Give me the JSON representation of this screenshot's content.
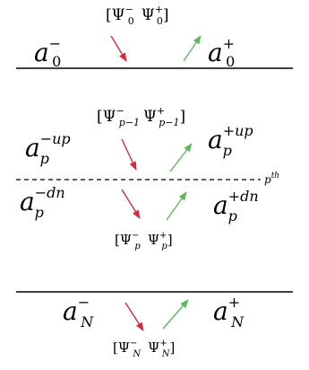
{
  "colors": {
    "down_arrow": "#d42a3a",
    "up_arrow": "#5cb85c",
    "line": "#000000"
  },
  "top_interface": {
    "psi_pair_open": "[",
    "psi_minus_base": "Ψ",
    "psi_minus_sup": "−",
    "psi_minus_sub": "0",
    "psi_plus_base": "Ψ",
    "psi_plus_sup": "+",
    "psi_plus_sub": "0",
    "psi_pair_close": "]",
    "a_minus_base": "a",
    "a_minus_sup": "−",
    "a_minus_sub": "0",
    "a_plus_base": "a",
    "a_plus_sup": "+",
    "a_plus_sub": "0"
  },
  "middle_interface": {
    "upper_psi_open": "[",
    "upper_psi_minus_base": "Ψ",
    "upper_psi_minus_sup": "−",
    "upper_psi_minus_sub": "p−1",
    "upper_psi_plus_base": "Ψ",
    "upper_psi_plus_sup": "+",
    "upper_psi_plus_sub": "p−1",
    "upper_psi_close": "]",
    "a_minus_up_base": "a",
    "a_minus_up_sup": "−up",
    "a_minus_up_sub": "p",
    "a_plus_up_base": "a",
    "a_plus_up_sup": "+up",
    "a_plus_up_sub": "p",
    "layer_label_base": "p",
    "layer_label_sup": "th",
    "a_minus_dn_base": "a",
    "a_minus_dn_sup": "−dn",
    "a_minus_dn_sub": "p",
    "a_plus_dn_base": "a",
    "a_plus_dn_sup": "+dn",
    "a_plus_dn_sub": "p",
    "lower_psi_open": "[",
    "lower_psi_minus_base": "Ψ",
    "lower_psi_minus_sup": "−",
    "lower_psi_minus_sub": "p",
    "lower_psi_plus_base": "Ψ",
    "lower_psi_plus_sup": "+",
    "lower_psi_plus_sub": "p",
    "lower_psi_close": "]"
  },
  "bottom_interface": {
    "a_minus_base": "a",
    "a_minus_sup": "−",
    "a_minus_sub": "N",
    "a_plus_base": "a",
    "a_plus_sup": "+",
    "a_plus_sub": "N",
    "psi_pair_open": "[",
    "psi_minus_base": "Ψ",
    "psi_minus_sup": "−",
    "psi_minus_sub": "N",
    "psi_plus_base": "Ψ",
    "psi_plus_sup": "+",
    "psi_plus_sub": "N",
    "psi_pair_close": "]"
  }
}
